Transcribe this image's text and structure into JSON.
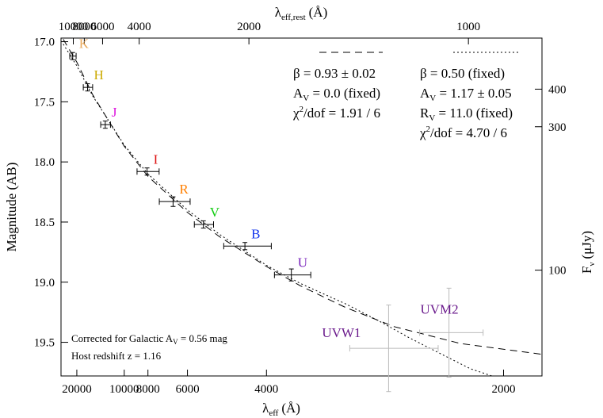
{
  "chart_data": {
    "type": "scatter",
    "xlabel_main": "λ",
    "xlabel_sub": "eff",
    "xlabel_unit": "(Å)",
    "top_xlabel_main": "λ",
    "top_xlabel_sub": "eff,rest",
    "top_xlabel_unit": "(Å)",
    "ylabel": "Magnitude (AB)",
    "right_ylabel_main": "F",
    "right_ylabel_sub": "ν",
    "right_ylabel_unit": "(μJy)",
    "x_scale": "reciprocal",
    "xlim": [
      30000,
      1850
    ],
    "ylim": [
      16.97,
      19.78
    ],
    "x_ticks": [
      20000,
      10000,
      8000,
      6000,
      4000,
      2000
    ],
    "x_tick_labels": [
      "20000",
      "10000",
      "8000",
      "6000",
      "4000",
      "2000"
    ],
    "top_x_ticks": [
      10000,
      8000,
      6000,
      4000,
      2000,
      1000
    ],
    "top_x_tick_labels": [
      "10000",
      "8000",
      "6000",
      "4000",
      "2000",
      "1000"
    ],
    "redshift": 1.16,
    "y_ticks": [
      17.0,
      17.5,
      18.0,
      18.5,
      19.0,
      19.5
    ],
    "y_tick_labels": [
      "17.0",
      "17.5",
      "18.0",
      "18.5",
      "19.0",
      "19.5"
    ],
    "right_y_ticks": [
      400,
      300,
      100
    ],
    "right_y_tick_labels": [
      "400",
      "300",
      "100"
    ],
    "bands": [
      {
        "name": "K",
        "x": 21900,
        "xerr": 1600,
        "y": 17.12,
        "yerr": 0.03,
        "color": "#e8a85a"
      },
      {
        "name": "H",
        "x": 16300,
        "xerr": 1300,
        "y": 17.38,
        "yerr": 0.03,
        "color": "#ccaa00"
      },
      {
        "name": "J",
        "x": 12500,
        "xerr": 800,
        "y": 17.69,
        "yerr": 0.03,
        "color": "#dd11dd"
      },
      {
        "name": "I",
        "x": 8060,
        "xerr": 750,
        "y": 18.08,
        "yerr": 0.03,
        "color": "#dd1111"
      },
      {
        "name": "R",
        "x": 6600,
        "xerr": 700,
        "y": 18.33,
        "yerr": 0.04,
        "color": "#ff7f00"
      },
      {
        "name": "V",
        "x": 5450,
        "xerr": 300,
        "y": 18.52,
        "yerr": 0.03,
        "color": "#11cc11"
      },
      {
        "name": "B",
        "x": 4400,
        "xerr": 480,
        "y": 18.7,
        "yerr": 0.03,
        "color": "#1133ee"
      },
      {
        "name": "U",
        "x": 3620,
        "xerr": 250,
        "y": 18.94,
        "yerr": 0.05,
        "color": "#7722bb"
      },
      {
        "name": "UVW1",
        "x": 2640,
        "xerr": 320,
        "y": 19.55,
        "yerr": 0.36,
        "color": "#6a1a8c"
      },
      {
        "name": "UVM2",
        "x": 2260,
        "xerr": 170,
        "y": 19.42,
        "yerr": 0.37,
        "color": "#6a1a8c"
      }
    ],
    "series": [
      {
        "style": "dashed",
        "params": [
          "β =  0.93 ± 0.02",
          "A_V = 0.0 (fixed)",
          "χ²/dof = 1.91 / 6"
        ],
        "x": [
          28000,
          20000,
          15000,
          10000,
          8000,
          6000,
          5000,
          4000,
          3500,
          3000,
          2600,
          2200,
          1850
        ],
        "y": [
          16.98,
          17.17,
          17.44,
          17.87,
          18.12,
          18.42,
          18.62,
          18.87,
          19.03,
          19.21,
          19.37,
          19.51,
          19.6
        ]
      },
      {
        "style": "dotted",
        "params": [
          "β =  0.50 (fixed)",
          "A_V = 1.17 ± 0.05",
          "R_V = 11.0 (fixed)",
          "χ²/dof = 4.70 / 6"
        ],
        "x": [
          28000,
          20000,
          15000,
          10000,
          8000,
          6000,
          5000,
          4000,
          3500,
          3000,
          2700,
          2500,
          2300,
          2150,
          2050,
          1960
        ],
        "y": [
          17.02,
          17.2,
          17.45,
          17.86,
          18.1,
          18.4,
          18.6,
          18.86,
          19.01,
          19.18,
          19.33,
          19.46,
          19.6,
          19.72,
          19.78,
          19.78
        ]
      }
    ],
    "legend": {
      "col1": {
        "line1": "β =  0.93 ± 0.02",
        "line2": "A",
        "line2_sub": "V",
        "line2_rest": " = 0.0 (fixed)",
        "line3": "χ",
        "line3_sup": "2",
        "line3_rest": "/dof = 1.91 / 6"
      },
      "col2": {
        "line1": "β =  0.50 (fixed)",
        "line2": "A",
        "line2_sub": "V",
        "line2_rest": " = 1.17 ± 0.05",
        "line3": "R",
        "line3_sub": "V",
        "line3_rest": " = 11.0 (fixed)",
        "line4": "χ",
        "line4_sup": "2",
        "line4_rest": "/dof = 4.70 / 6"
      }
    },
    "notes": {
      "line1_a": "Corrected for Galactic A",
      "line1_sub": "V",
      "line1_b": " = 0.56 mag",
      "line2": "Host redshift z = 1.16"
    },
    "grid": false
  }
}
